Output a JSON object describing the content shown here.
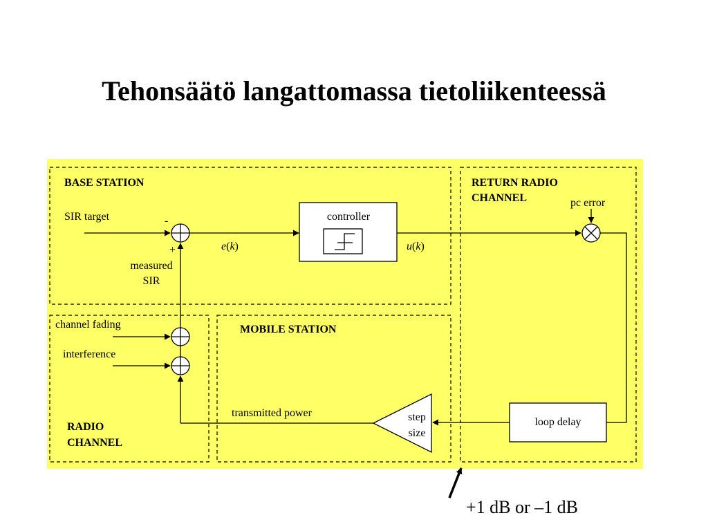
{
  "title": "Tehonsäätö langattomassa tietoliikenteessä",
  "colors": {
    "background": "#ffff66",
    "line": "#000000"
  },
  "regions": {
    "base_station": "BASE STATION",
    "return_channel_line1": "RETURN RADIO",
    "return_channel_line2": "CHANNEL",
    "radio_channel_line1": "RADIO",
    "radio_channel_line2": "CHANNEL",
    "mobile_station": "MOBILE STATION"
  },
  "blocks": {
    "controller": "controller",
    "loop_delay": "loop delay",
    "step_line1": "step",
    "step_line2": "size"
  },
  "signals": {
    "sir_target": "SIR target",
    "minus": "-",
    "plus": "+",
    "measured_line1": "measured",
    "measured_line2": "SIR",
    "e_var": "e",
    "u_var": "u",
    "k_var": "k",
    "paren_open": "(",
    "paren_close": ")",
    "pc_error": "pc error",
    "channel_fading": "channel fading",
    "interference": "interference",
    "transmitted_power": "transmitted power"
  },
  "annotation": "+1 dB or –1 dB"
}
